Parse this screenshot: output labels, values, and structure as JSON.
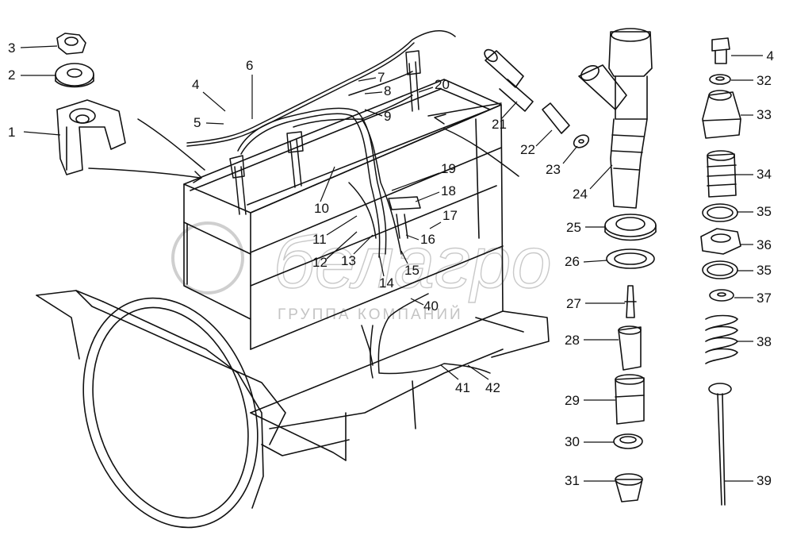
{
  "watermark": {
    "brand": "белагро",
    "tagline": "ГРУППА КОМПАНИЙ"
  },
  "callouts": [
    {
      "id": "c1",
      "label": "1"
    },
    {
      "id": "c2",
      "label": "2"
    },
    {
      "id": "c3",
      "label": "3"
    },
    {
      "id": "c4a",
      "label": "4"
    },
    {
      "id": "c5",
      "label": "5"
    },
    {
      "id": "c6",
      "label": "6"
    },
    {
      "id": "c7",
      "label": "7"
    },
    {
      "id": "c8",
      "label": "8"
    },
    {
      "id": "c9",
      "label": "9"
    },
    {
      "id": "c10",
      "label": "10"
    },
    {
      "id": "c11",
      "label": "11"
    },
    {
      "id": "c12",
      "label": "12"
    },
    {
      "id": "c13",
      "label": "13"
    },
    {
      "id": "c14",
      "label": "14"
    },
    {
      "id": "c15",
      "label": "15"
    },
    {
      "id": "c16",
      "label": "16"
    },
    {
      "id": "c17",
      "label": "17"
    },
    {
      "id": "c18",
      "label": "18"
    },
    {
      "id": "c19",
      "label": "19"
    },
    {
      "id": "c20",
      "label": "20"
    },
    {
      "id": "c21",
      "label": "21"
    },
    {
      "id": "c22",
      "label": "22"
    },
    {
      "id": "c23",
      "label": "23"
    },
    {
      "id": "c24",
      "label": "24"
    },
    {
      "id": "c25",
      "label": "25"
    },
    {
      "id": "c26",
      "label": "26"
    },
    {
      "id": "c27",
      "label": "27"
    },
    {
      "id": "c28",
      "label": "28"
    },
    {
      "id": "c29",
      "label": "29"
    },
    {
      "id": "c30",
      "label": "30"
    },
    {
      "id": "c31",
      "label": "31"
    },
    {
      "id": "c4b",
      "label": "4"
    },
    {
      "id": "c32",
      "label": "32"
    },
    {
      "id": "c33",
      "label": "33"
    },
    {
      "id": "c34",
      "label": "34"
    },
    {
      "id": "c35a",
      "label": "35"
    },
    {
      "id": "c36",
      "label": "36"
    },
    {
      "id": "c35b",
      "label": "35"
    },
    {
      "id": "c37",
      "label": "37"
    },
    {
      "id": "c38",
      "label": "38"
    },
    {
      "id": "c39",
      "label": "39"
    },
    {
      "id": "c40",
      "label": "40"
    },
    {
      "id": "c41",
      "label": "41"
    },
    {
      "id": "c42",
      "label": "42"
    }
  ]
}
